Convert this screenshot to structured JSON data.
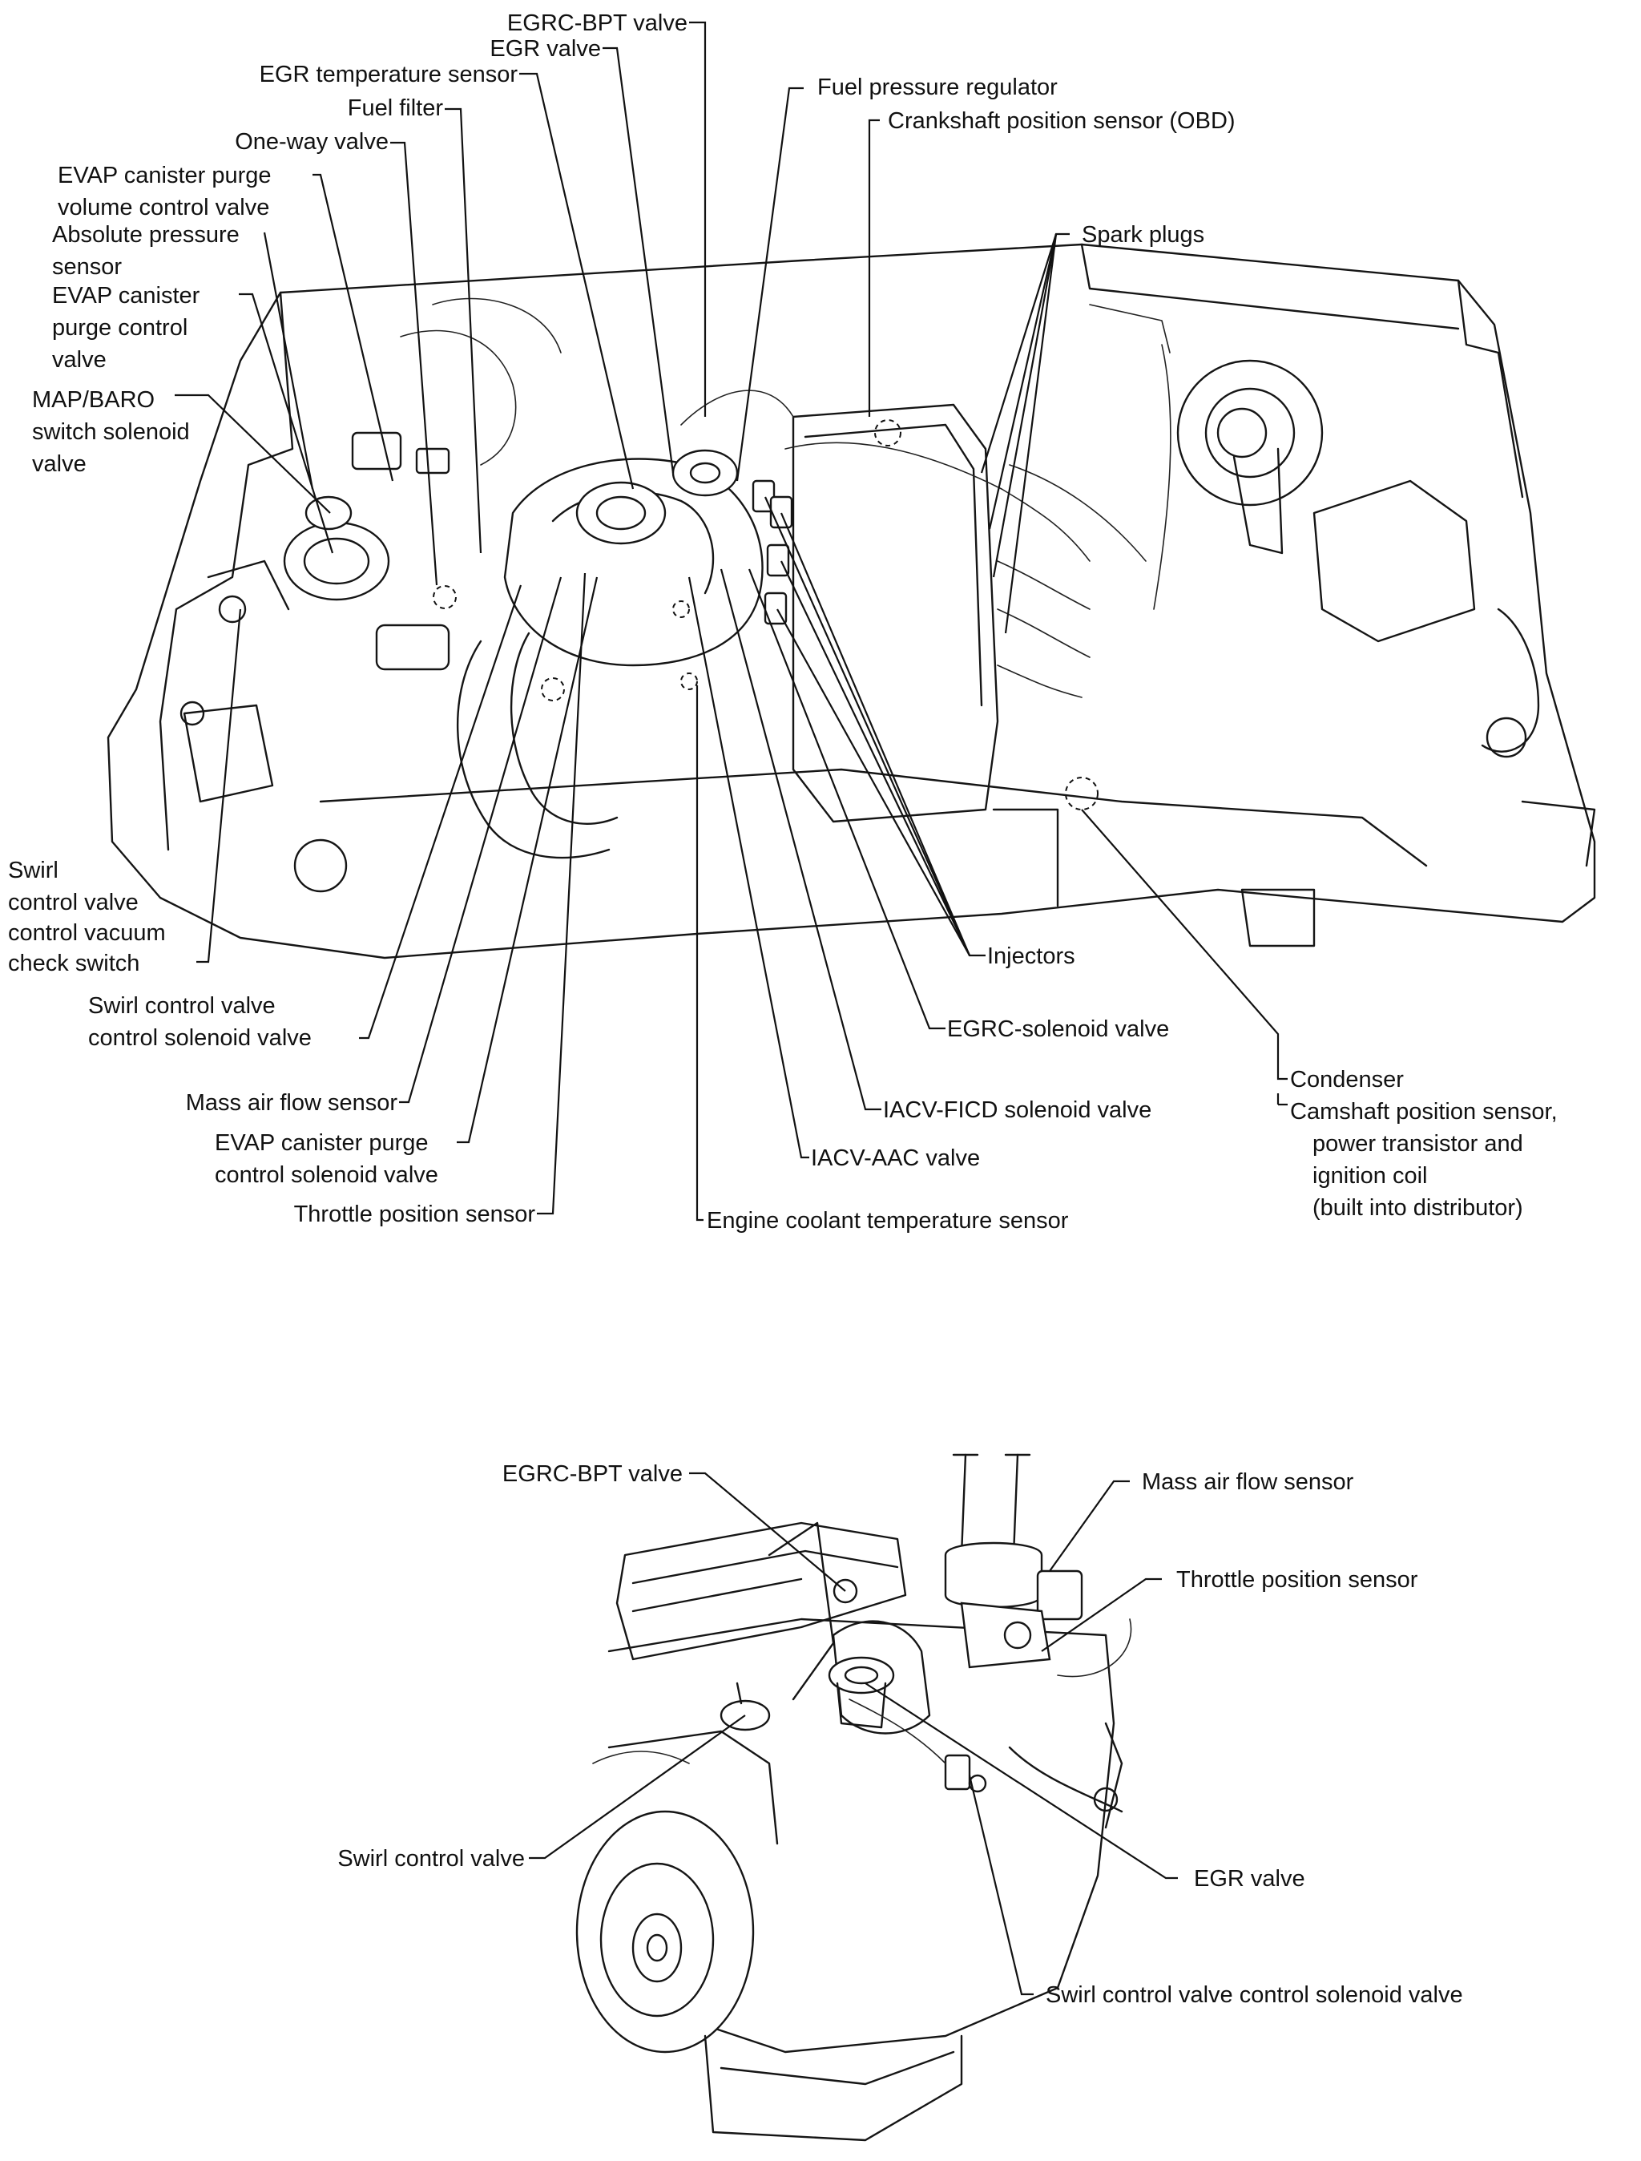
{
  "top_view": {
    "labels": {
      "egrc_bpt_valve": "EGRC-BPT valve",
      "egr_valve": "EGR valve",
      "egr_temperature_sensor": "EGR temperature sensor",
      "fuel_filter": "Fuel filter",
      "one_way_valve": "One-way valve",
      "evap_purge_volume_1": "EVAP canister purge",
      "evap_purge_volume_2": "volume control valve",
      "absolute_pressure_1": "Absolute pressure",
      "absolute_pressure_2": "sensor",
      "evap_purge_control_1": "EVAP canister",
      "evap_purge_control_2": "purge control",
      "evap_purge_control_3": "valve",
      "map_baro_1": "MAP/BARO",
      "map_baro_2": "switch solenoid",
      "map_baro_3": "valve",
      "fuel_pressure_regulator": "Fuel pressure regulator",
      "crankshaft_position_sensor": "Crankshaft position sensor (OBD)",
      "spark_plugs": "Spark plugs",
      "swirl_check_1": "Swirl",
      "swirl_check_2": "control valve",
      "swirl_check_3": "control vacuum",
      "swirl_check_4": "check switch",
      "swirl_solenoid_1": "Swirl control valve",
      "swirl_solenoid_2": "control solenoid valve",
      "mass_air_flow_sensor": "Mass air flow sensor",
      "evap_purge_solenoid_1": "EVAP canister purge",
      "evap_purge_solenoid_2": "control solenoid valve",
      "throttle_position_sensor": "Throttle position sensor",
      "injectors": "Injectors",
      "egrc_solenoid_valve": "EGRC-solenoid valve",
      "iacv_ficd": "IACV-FICD solenoid valve",
      "iacv_aac": "IACV-AAC valve",
      "engine_coolant_temp": "Engine coolant temperature sensor",
      "condenser": "Condenser",
      "camshaft_1": "Camshaft position sensor,",
      "camshaft_2": "power transistor and",
      "camshaft_3": "ignition coil",
      "camshaft_4": "(built into distributor)"
    }
  },
  "bottom_view": {
    "labels": {
      "egrc_bpt_valve": "EGRC-BPT valve",
      "mass_air_flow_sensor": "Mass air flow sensor",
      "throttle_position_sensor": "Throttle position sensor",
      "swirl_control_valve": "Swirl control valve",
      "egr_valve": "EGR valve",
      "swirl_solenoid": "Swirl control valve control solenoid valve"
    }
  }
}
